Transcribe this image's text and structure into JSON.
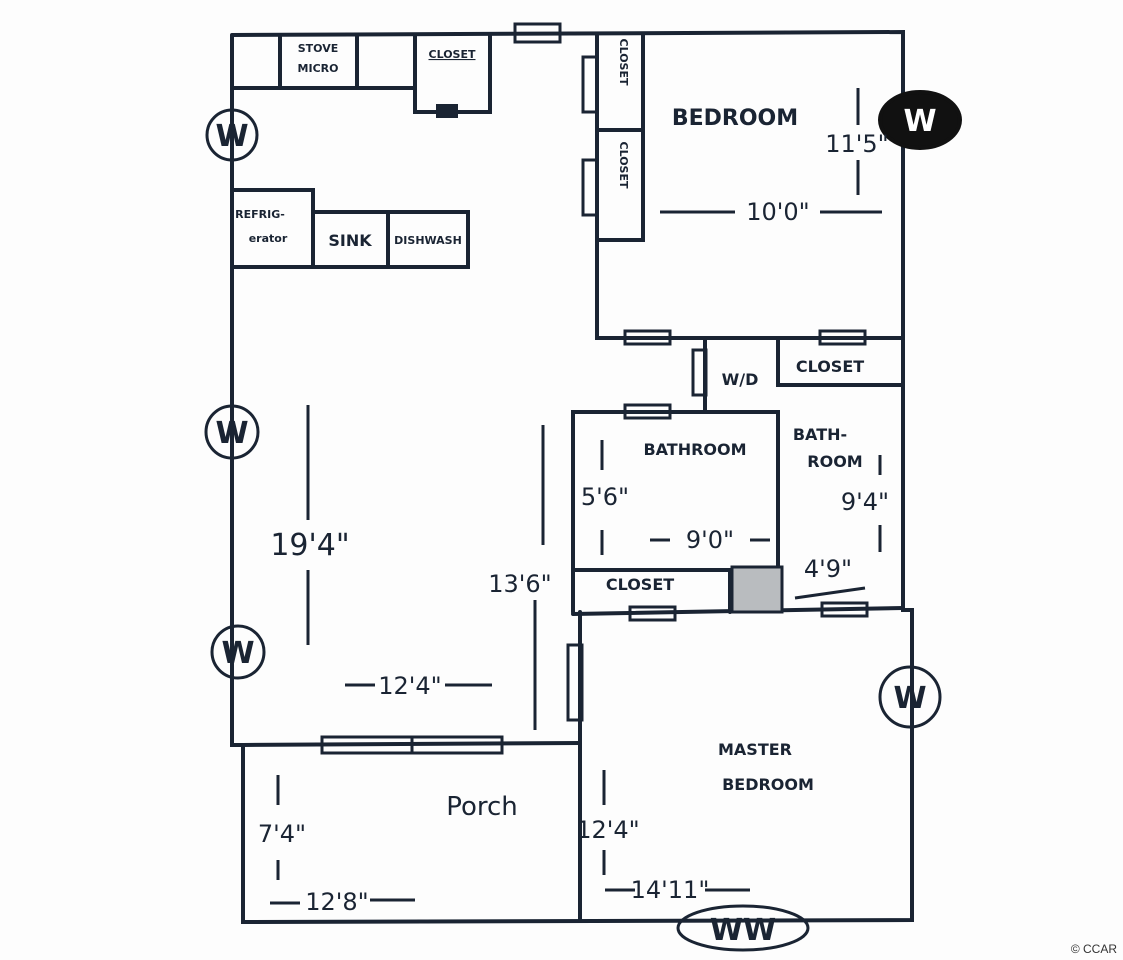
{
  "rooms": {
    "stove": "STOVE",
    "micro": "MICRO",
    "kitchen_closet": "CLOSET",
    "refrig_1": "REFRIG-",
    "refrig_2": "erator",
    "sink": "SINK",
    "dishwash": "DISHWASH",
    "bedroom_closet": "CLOSET",
    "bedroom": "BEDROOM",
    "wd": "W/D",
    "hall_closet": "CLOSET",
    "bathroom": "BATHROOM",
    "bath_room_1": "BATH-",
    "bath_room_2": "ROOM",
    "bath_closet": "CLOSET",
    "porch": "Porch",
    "master_1": "MASTER",
    "master_2": "BEDROOM"
  },
  "dimensions": {
    "bedroom_h": "11'5\"",
    "bedroom_w": "10'0\"",
    "living_h": "19'4\"",
    "living_w": "12'4\"",
    "living_h2": "13'6\"",
    "bath_h": "5'6\"",
    "bath_w": "9'0\"",
    "bath2_h": "9'4\"",
    "bath2_w": "4'9\"",
    "porch_h": "7'4\"",
    "porch_w": "12'8\"",
    "master_h": "12'4\"",
    "master_w": "14'11\""
  },
  "markers": {
    "window": "W",
    "double_window": "WW"
  },
  "copyright": "© CCAR"
}
